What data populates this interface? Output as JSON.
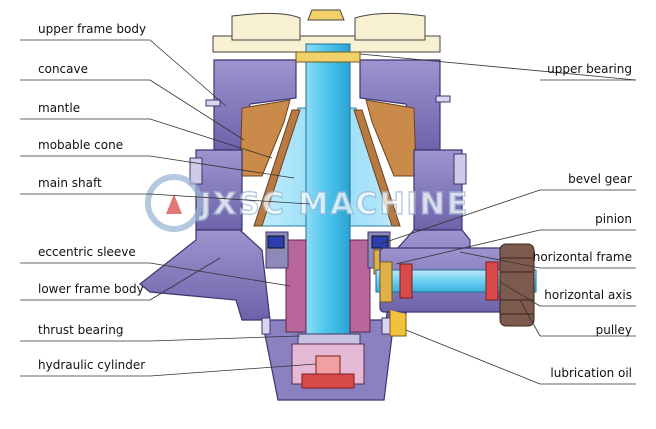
{
  "labels": {
    "upper_frame_body": "upper frame body",
    "concave": "concave",
    "mantle": "mantle",
    "mobable_cone": "mobable cone",
    "main_shaft": "main shaft",
    "eccentric_sleeve": "eccentric sleeve",
    "lower_frame_body": "lower frame body",
    "thrust_bearing": "thrust bearing",
    "hydraulic_cylinder": "hydraulic cylinder",
    "upper_bearing": "upper bearing",
    "bevel_gear": "bevel gear",
    "pinion": "pinion",
    "horizontal_frame": "horizontal frame",
    "horizontal_axis": "horizontal axis",
    "pulley": "pulley",
    "lubrication_oil": "lubrication oil"
  },
  "watermark": "JXSC MACHINE",
  "colors": {
    "frame": "#7b72b4",
    "frame_dark": "#4a3f7d",
    "shaft": "#4fc6ee",
    "shaft_light": "#a9e6fa",
    "mantle": "#c98a4a",
    "upper_cap": "#f7f1d2",
    "eccentric": "#b9679b",
    "cylinder": "#d94a4a",
    "pulley": "#7d5a4e",
    "bearing_gold": "#e0b04a",
    "watermark": "#9bb8d6"
  }
}
